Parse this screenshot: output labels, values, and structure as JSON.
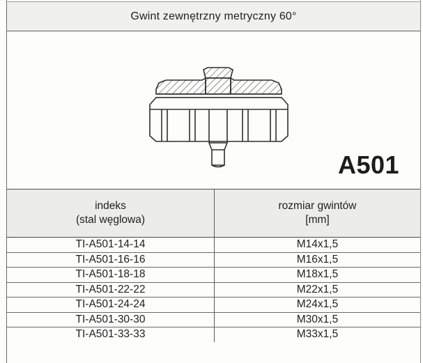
{
  "header": {
    "title": "Gwint zewnętrzny metryczny 60°"
  },
  "product": {
    "code": "A501"
  },
  "table": {
    "columns": [
      {
        "line1": "indeks",
        "line2": "(stal węglowa)"
      },
      {
        "line1": "rozmiar gwintów",
        "line2": "[mm]"
      }
    ],
    "rows": [
      {
        "index": "TI-A501-14-14",
        "size": "M14x1,5"
      },
      {
        "index": "TI-A501-16-16",
        "size": "M16x1,5"
      },
      {
        "index": "TI-A501-18-18",
        "size": "M18x1,5"
      },
      {
        "index": "TI-A501-22-22",
        "size": "M22x1,5"
      },
      {
        "index": "TI-A501-24-24",
        "size": "M24x1,5"
      },
      {
        "index": "TI-A501-30-30",
        "size": "M30x1,5"
      },
      {
        "index": "TI-A501-33-33",
        "size": "M33x1,5"
      }
    ]
  },
  "colors": {
    "line": "#3a3a3a",
    "header_bg": "#ececea"
  }
}
